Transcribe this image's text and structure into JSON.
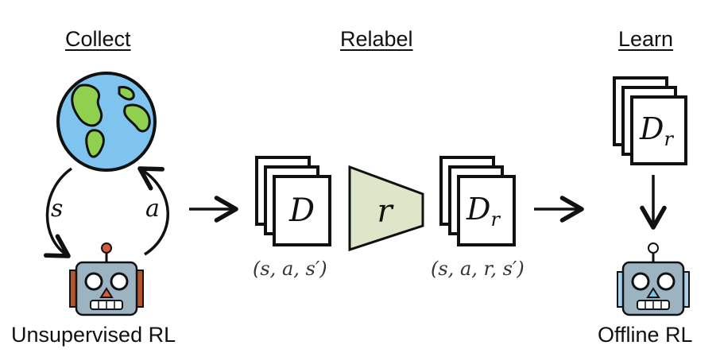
{
  "stages": {
    "collect": "Collect",
    "relabel": "Relabel",
    "learn": "Learn"
  },
  "captions": {
    "left_agent": "Unsupervised RL",
    "right_agent": "Offline RL"
  },
  "loop": {
    "state_label": "s",
    "action_label": "a"
  },
  "datasets": {
    "raw_label": "D",
    "relabeled_label": "D",
    "relabeled_subscript": "r",
    "learn_label": "D",
    "learn_subscript": "r",
    "raw_tuple": "(s, a, s′)",
    "relabeled_tuple": "(s, a, r, s′)"
  },
  "reward_model": {
    "label": "r"
  },
  "colors": {
    "reward_fill": "#dde6c8",
    "ocean": "#7fc4ee",
    "land": "#8fd14f",
    "robot_body": "#9cb3c2",
    "left_robot_ears": "#b5562a",
    "right_robot_ears": "#a7d0ea",
    "stroke": "#111111"
  }
}
